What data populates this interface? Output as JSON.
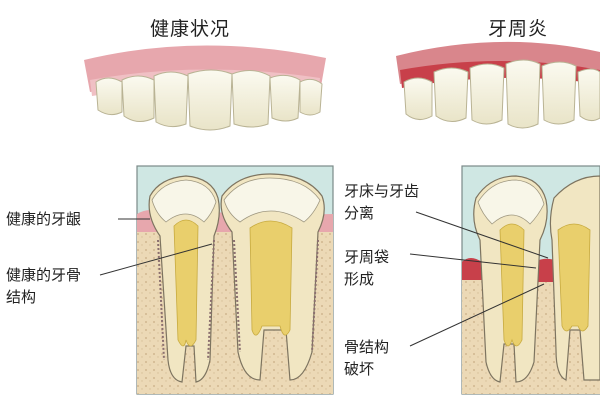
{
  "titles": {
    "healthy": "健康状况",
    "periodontitis": "牙周炎"
  },
  "labels": {
    "healthy_gum": "健康的牙龈",
    "healthy_bone": "健康的牙骨\n结构",
    "gum_separation": "牙床与牙齿\n分离",
    "pocket_formation": "牙周袋\n形成",
    "bone_destruction": "骨结构\n破坏"
  },
  "colors": {
    "healthy_gum": "#e7a7ad",
    "inflamed_gum": "#c8404a",
    "enamel": "#f3f0dc",
    "dentin": "#f1e6c2",
    "pulp": "#e9cf6c",
    "bone": "#ecd9b6",
    "background_tissue": "#cfe7e3"
  }
}
